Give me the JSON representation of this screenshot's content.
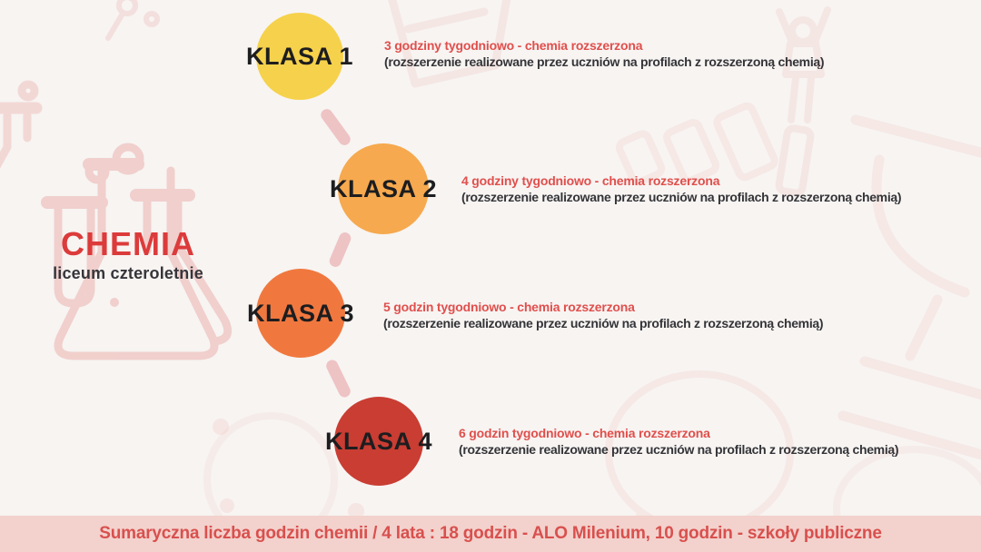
{
  "title_block": {
    "title": "CHEMIA",
    "subtitle": "liceum czteroletnie",
    "title_color": "#dc3b3b",
    "subtitle_color": "#35353a"
  },
  "rows": [
    {
      "label": "KLASA 1",
      "color": "#f6d14b",
      "hours": "3 godziny tygodniowo - chemia rozszerzona",
      "note": "(rozszerzenie realizowane przez uczniów na profilach z rozszerzoną chemią)"
    },
    {
      "label": "KLASA 2",
      "color": "#f6a94e",
      "hours": "4 godziny tygodniowo - chemia rozszerzona",
      "note": "(rozszerzenie realizowane przez uczniów na profilach z rozszerzoną chemią)"
    },
    {
      "label": "KLASA 3",
      "color": "#f0783f",
      "hours": "5 godzin tygodniowo - chemia rozszerzona",
      "note": "(rozszerzenie realizowane przez uczniów na profilach z rozszerzoną chemią)"
    },
    {
      "label": "KLASA 4",
      "color": "#c93d33",
      "hours": "6 godzin tygodniowo - chemia rozszerzona",
      "note": "(rozszerzenie realizowane przez uczniów na profilach z rozszerzoną chemią)"
    }
  ],
  "footer": {
    "text": "Sumaryczna liczba godzin chemii / 4 lata : 18 godzin - ALO Milenium, 10 godzin - szkoły publiczne",
    "bg": "#f3d1cc",
    "color": "#d8504e"
  },
  "accents": {
    "hours_color": "#e04f4c",
    "note_color": "#343438",
    "connector_color": "#eec3c4",
    "decor_stroke": "#e89a94",
    "background": "#f7f4f2"
  },
  "decor_icons": [
    "flask-icon",
    "test-tube-icon",
    "bubble-icon",
    "molecule-icon",
    "beaker-icon",
    "person-celebrating-icon",
    "podium-icon",
    "trophy-icon",
    "speech-bubble-icon",
    "circle-doodle-icon"
  ]
}
